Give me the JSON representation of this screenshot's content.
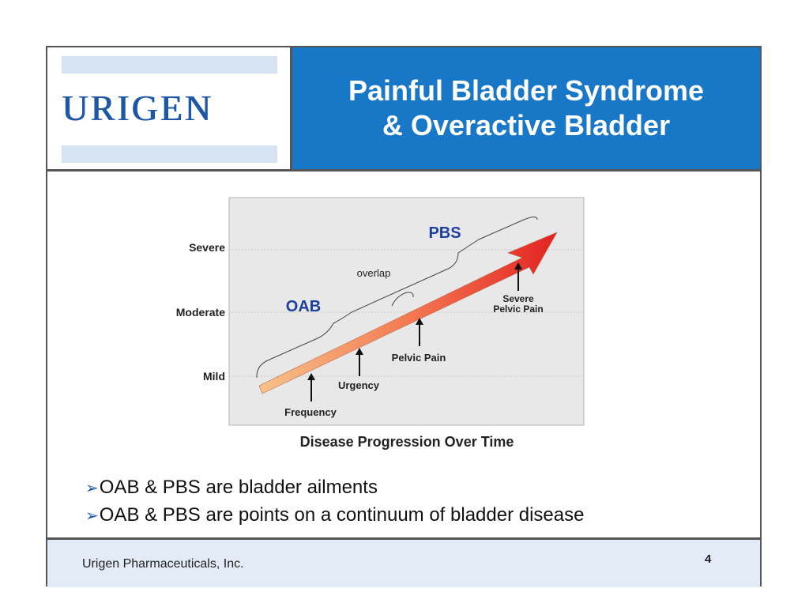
{
  "logo": {
    "text": "URIGEN"
  },
  "title": {
    "line1": "Painful Bladder Syndrome",
    "line2": "& Overactive Bladder"
  },
  "chart_data": {
    "type": "diagram",
    "y_levels": [
      "Mild",
      "Moderate",
      "Severe"
    ],
    "groups": [
      {
        "label": "OAB",
        "color": "#1d3fa0"
      },
      {
        "label": "PBS",
        "color": "#1d3fa0"
      },
      {
        "label": "overlap"
      }
    ],
    "symptoms": [
      "Frequency",
      "Urgency",
      "Pelvic Pain",
      "Severe Pelvic Pain"
    ],
    "caption": "Disease Progression Over Time"
  },
  "bullets": [
    {
      "marker": "➢",
      "text": "OAB & PBS are bladder ailments"
    },
    {
      "marker": "➢",
      "text": "OAB & PBS are points on a continuum of bladder disease"
    }
  ],
  "footer": {
    "company": "Urigen Pharmaceuticals, Inc.",
    "page": "4"
  }
}
